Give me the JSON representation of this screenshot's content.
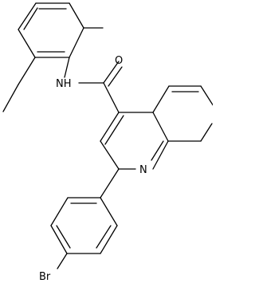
{
  "molecule": {
    "atoms": {
      "oxygen": "O",
      "amide_nitrogen": "NH",
      "ring_nitrogen": "N",
      "bromine": "Br"
    }
  }
}
